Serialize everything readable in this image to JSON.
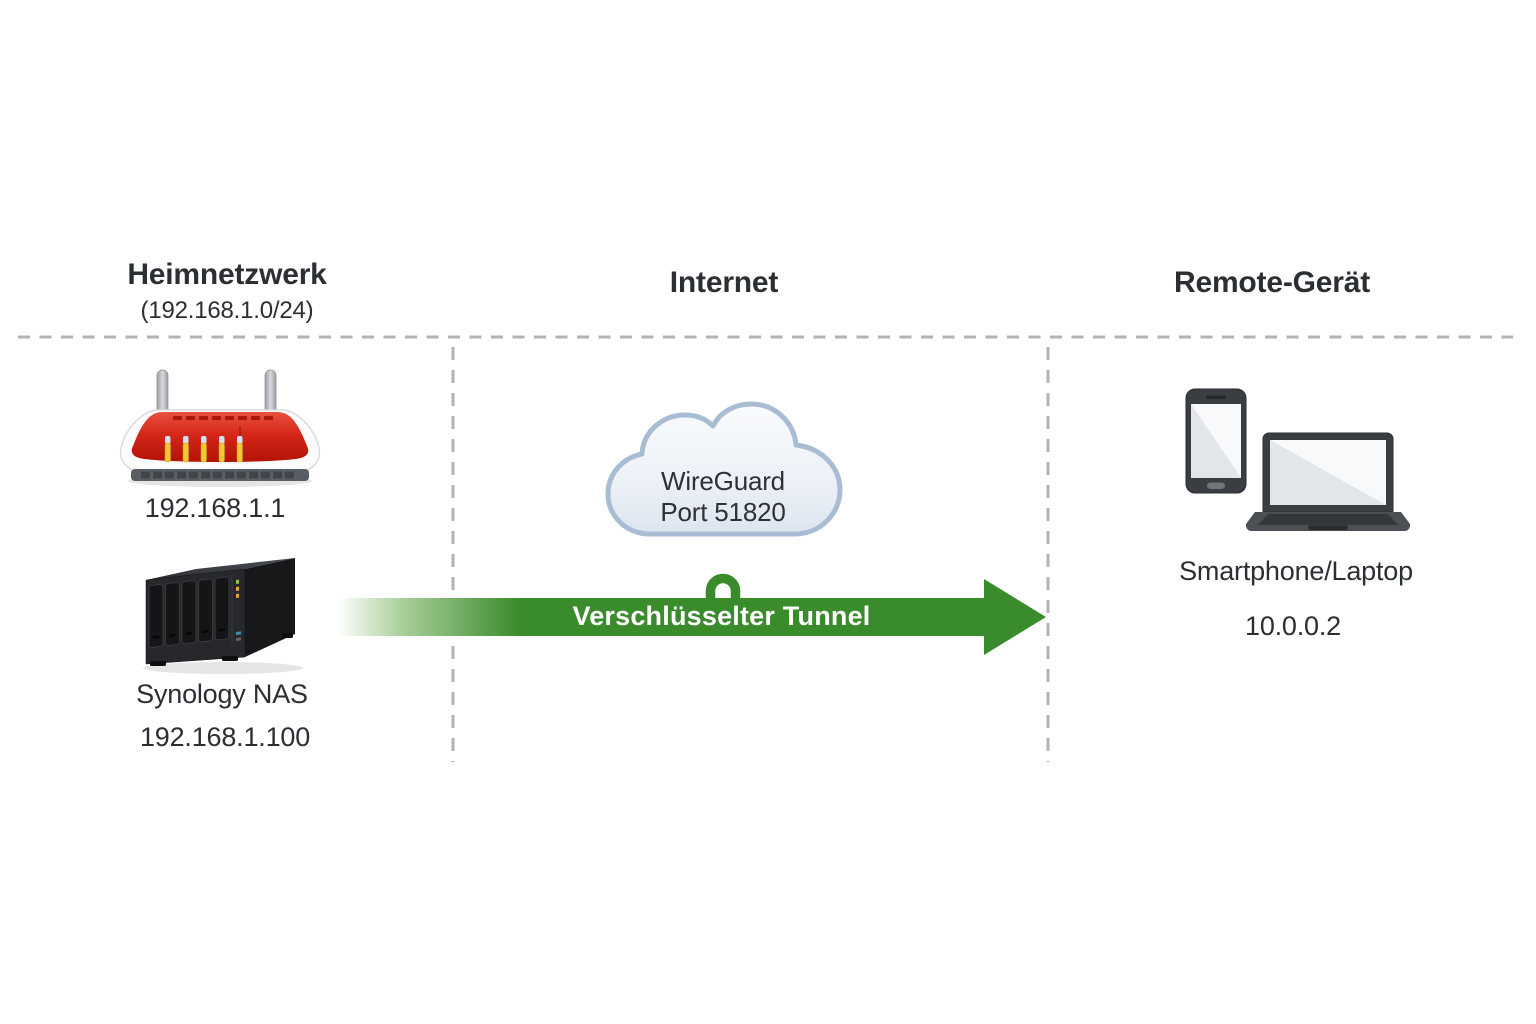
{
  "sections": {
    "home": {
      "title": "Heimnetzwerk",
      "subnet": "(192.168.1.0/24)",
      "router": {
        "ip": "192.168.1.1"
      },
      "nas": {
        "label": "Synology NAS",
        "ip": "192.168.1.100"
      }
    },
    "internet": {
      "title": "Internet",
      "cloud": {
        "line1": "WireGuard",
        "line2": "Port 51820"
      },
      "tunnel": {
        "label": "Verschlüsselter Tunnel"
      }
    },
    "remote": {
      "title": "Remote-Gerät",
      "devices": {
        "label": "Smartphone/Laptop",
        "ip": "10.0.0.2"
      }
    }
  },
  "icons": {
    "router": "fritzbox-router-icon",
    "nas": "synology-nas-icon",
    "cloud": "internet-cloud-icon",
    "lock": "padlock-shackle-icon",
    "smartphone": "smartphone-icon",
    "laptop": "laptop-icon"
  },
  "colors": {
    "tunnel_green": "#3a8b2c",
    "dashed_gray": "#b3b3b3",
    "cloud_border": "#a8bcd4",
    "cloud_fill_top": "#f9fbfd",
    "cloud_fill_bottom": "#dce5ef",
    "router_red": "#d5271a",
    "text": "#2b2e33",
    "tunnel_text": "#ffffff"
  }
}
